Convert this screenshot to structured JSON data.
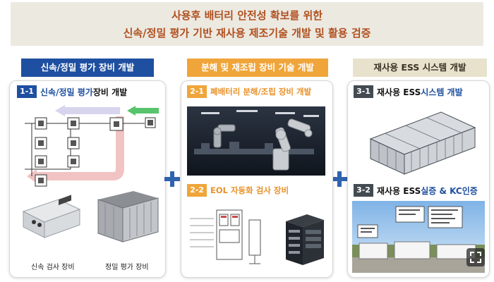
{
  "header": {
    "line1": "사용후 배터리 안전성 확보를 위한",
    "line2": "신속/정밀 평가 기반 재사용 제조기술 개발 및 활용 검증"
  },
  "columns": [
    {
      "title": "신속/정밀 평가 장비 개발",
      "items": [
        {
          "num": "1-1",
          "label_highlight": "신속/정밀 평가",
          "label_rest": " 장비 개발"
        }
      ],
      "captions": [
        "신속 검사 장비",
        "정밀 평가 장비"
      ]
    },
    {
      "title": "분해 및 재조립 장비 기술 개발",
      "items": [
        {
          "num": "2-1",
          "label": "폐배터리 분해/조립 장비 개발"
        },
        {
          "num": "2-2",
          "label": "EOL 자동화 검사 장비"
        }
      ]
    },
    {
      "title": "재사용 ESS 시스템 개발",
      "items": [
        {
          "num": "3-1",
          "label_a": "재사용 ESS ",
          "label_b": "시스템 개발"
        },
        {
          "num": "3-2",
          "label_a": "재사용 ESS ",
          "label_b": "실증 & KC인증"
        }
      ]
    }
  ],
  "colors": {
    "title_text": "#b0501f",
    "blue": "#1e4fa0",
    "orange": "#f0a53a",
    "beige": "#e8e2cc"
  }
}
